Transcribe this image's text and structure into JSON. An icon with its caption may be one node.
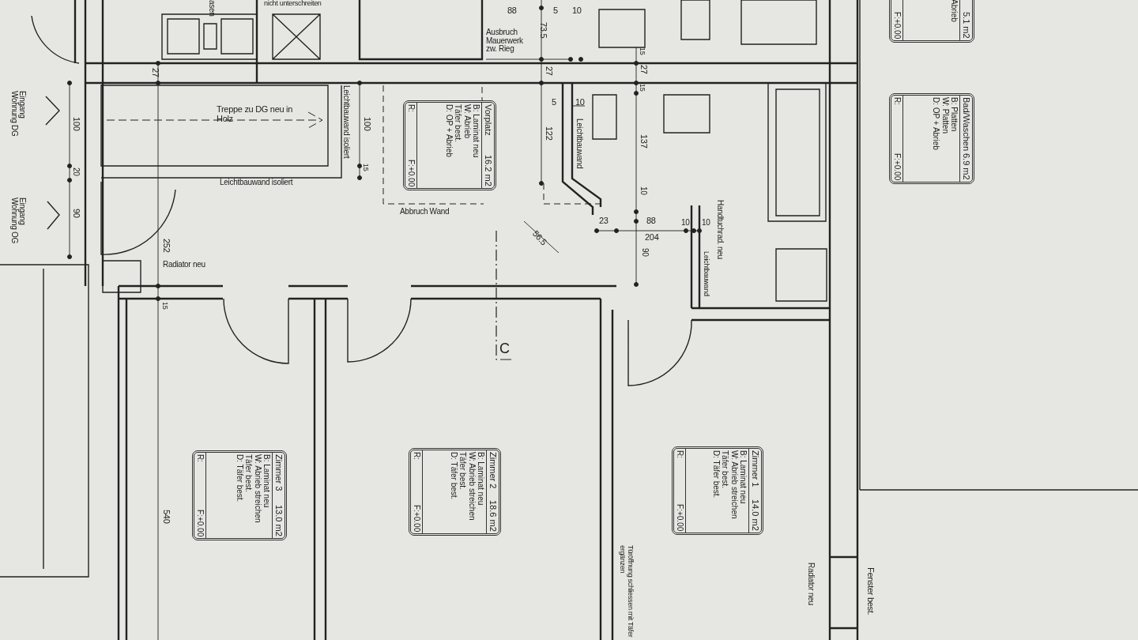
{
  "diagram": {
    "nodes": [
      {
        "text": [
          "5.1 m2",
          "Abrieb",
          "F:+0.00"
        ]
      },
      {
        "text": [
          "Vorplatz",
          "16.2 m2",
          "B: Laminat neu",
          "W: Abrieb",
          "Täfer best.",
          "D: OP + Abrieb",
          "R:",
          "F:+0.00"
        ]
      },
      {
        "text": [
          "Bad/Waschen",
          "6.9 m2",
          "B: Platten",
          "W: Platten",
          "D: OP + Abrieb",
          "R:",
          "F:+0.00"
        ]
      },
      {
        "text": [
          "Zimmer 3",
          "13.0 m2",
          "B: Laminat neu",
          "W: Abrieb streichen",
          "Täfer best.",
          "D: Täfer best.",
          "R:",
          "F:+0.00"
        ]
      },
      {
        "text": [
          "Zimmer 2",
          "18.6 m2",
          "B: Laminat neu",
          "W: Abrieb streichen",
          "Täfer best.",
          "D: Täfer best.",
          "R:",
          "F:+0.00"
        ]
      },
      {
        "text": [
          "Zimmer 1",
          "14.0 m2",
          "B: Laminat neu",
          "W: Abrieb streichen",
          "Täfer best.",
          "D: Täfer best.",
          "R:",
          "F:+0.00"
        ]
      }
    ],
    "labels": [
      "asen",
      "nicht unterschreiten",
      "88",
      "5",
      "10",
      "73.5",
      "Ausbruch Mauerwerk zw. Rieg",
      "27",
      "27",
      "15",
      "27",
      "15",
      "Eingang Wohnung DG",
      "100",
      "Treppe zu DG neu in Holz",
      "Leichtbauwand isoliert",
      "100",
      "5",
      "10",
      "122",
      "Leichtbauwand",
      "137",
      "15",
      "20",
      "Leichtbauwand isoliert",
      "10",
      "Eingang Wohnung OG",
      "90",
      "Handtuchrad. neu",
      "Abbruch Wand",
      "56.5",
      "23",
      "88",
      "10",
      "10",
      "204",
      "252",
      "90",
      "Leichtbauwand",
      "Radiator neu",
      "15",
      "C",
      "540",
      "Türöffnung schliessen mit Täfer ergänzen",
      "Radiator neu",
      "Fenster best."
    ]
  }
}
